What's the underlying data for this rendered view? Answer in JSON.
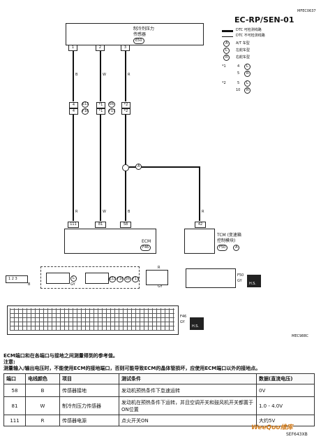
{
  "header": {
    "code_small": "MFEC0637",
    "title": "EC-RP/SEN-01"
  },
  "legend": {
    "line_detectable": "DTC 可检测线路",
    "line_not_detectable": "DTC 不可检测线路",
    "at_symbol": "A",
    "at_text": "A/T 车型",
    "l_symbol": "L",
    "l_text": "左舵车型",
    "r_symbol": "R",
    "r_text": "右舵车型",
    "note1_label": "*1",
    "note1_a": "4",
    "note1_b": "5",
    "note1_sym_a": "L",
    "note1_sym_b": "R",
    "note2_label": "*2",
    "note2_a": "5",
    "note2_b": "10",
    "note2_sym_a": "L",
    "note2_sym_b": "R"
  },
  "sensor": {
    "name_line1": "制冷剂压力",
    "name_line2": "传感器",
    "connector": "E50",
    "pins": [
      "1",
      "2",
      "3"
    ],
    "wire_colors": [
      "B",
      "W",
      "R"
    ]
  },
  "junctions": {
    "left_top": "E15",
    "left_bottom": "F16",
    "mid_top": "E6",
    "mid_bottom": "F17",
    "pin_left": "4",
    "pin_mid": "*1",
    "pin_right": "*2",
    "branch_label": "A"
  },
  "ecm": {
    "name": "ECM",
    "connector": "F46",
    "pins": [
      "111",
      "81",
      "58"
    ],
    "wire_colors": [
      "R",
      "W",
      "B"
    ]
  },
  "tcm": {
    "name_line1": "TCM (变速箱",
    "name_line2": "控制模块)",
    "connector": "F50",
    "connector_sym": "A",
    "pin": "42",
    "wire_color": "R"
  },
  "connectors": {
    "c1_pins": "1 2 3",
    "c1_color": "B",
    "c2_color": "GY",
    "c2_sym": "L",
    "c3_tags": [
      "E15",
      "F16",
      "E6",
      "F17"
    ],
    "c3_sym_l": "L",
    "c3_sym_r": "R",
    "c4_label": "F50",
    "c4_color": "GY",
    "c4_hs": "H.S.",
    "c5_label": "F46",
    "c5_color": "GY",
    "c5_hs": "H.S."
  },
  "diagram_code": "MEC988C",
  "notes": {
    "heading": "ECM端口和在各端口与接地之间测量得到的参考值。",
    "note_label": "注意:",
    "note_text": "测量输入/输出电压时，不能使用ECM的接地端口，否则可能导致ECM的晶体管损坏，应使用ECM端口以外的接地点。"
  },
  "table": {
    "headers": [
      "端口",
      "电线颜色",
      "项目",
      "测试条件",
      "数据(直流电压)"
    ],
    "rows": [
      [
        "58",
        "B",
        "传感器接地",
        "发动机预热条件下怠速运转",
        "0V"
      ],
      [
        "81",
        "W",
        "制冷剂压力传感器",
        "发动机在预热条件下运转，并且空调开关和鼓风机开关都置于ON位置",
        "1.0 - 4.0V"
      ],
      [
        "111",
        "R",
        "传感器电源",
        "点火开关ON",
        "大约5V"
      ]
    ]
  },
  "footer": {
    "watermark": "WeeQoo维库",
    "code": "SEF643XB"
  }
}
